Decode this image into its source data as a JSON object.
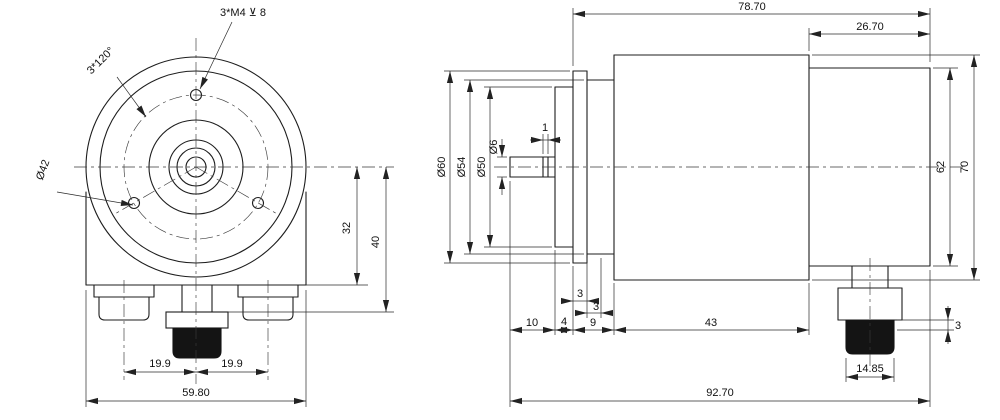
{
  "fv": {
    "thread_note": "3*M4 ⊻ 8",
    "pattern_note": "3*120°",
    "bolt_circle": "Ø42",
    "d32": "32",
    "d40": "40",
    "pitch_l": "19.9",
    "pitch_r": "19.9",
    "width": "59.80"
  },
  "sv": {
    "len_body": "78.70",
    "len_rear": "26.70",
    "dia60": "Ø60",
    "dia54": "Ø54",
    "dia50": "Ø50",
    "dia6": "Ø6",
    "groove": "1",
    "h70": "70",
    "h62": "62",
    "s3a": "3",
    "s3b": "3",
    "l10": "10",
    "l4": "4",
    "l9": "9",
    "l43": "43",
    "conn3": "3",
    "conn_w": "14.85",
    "total": "92.70"
  }
}
